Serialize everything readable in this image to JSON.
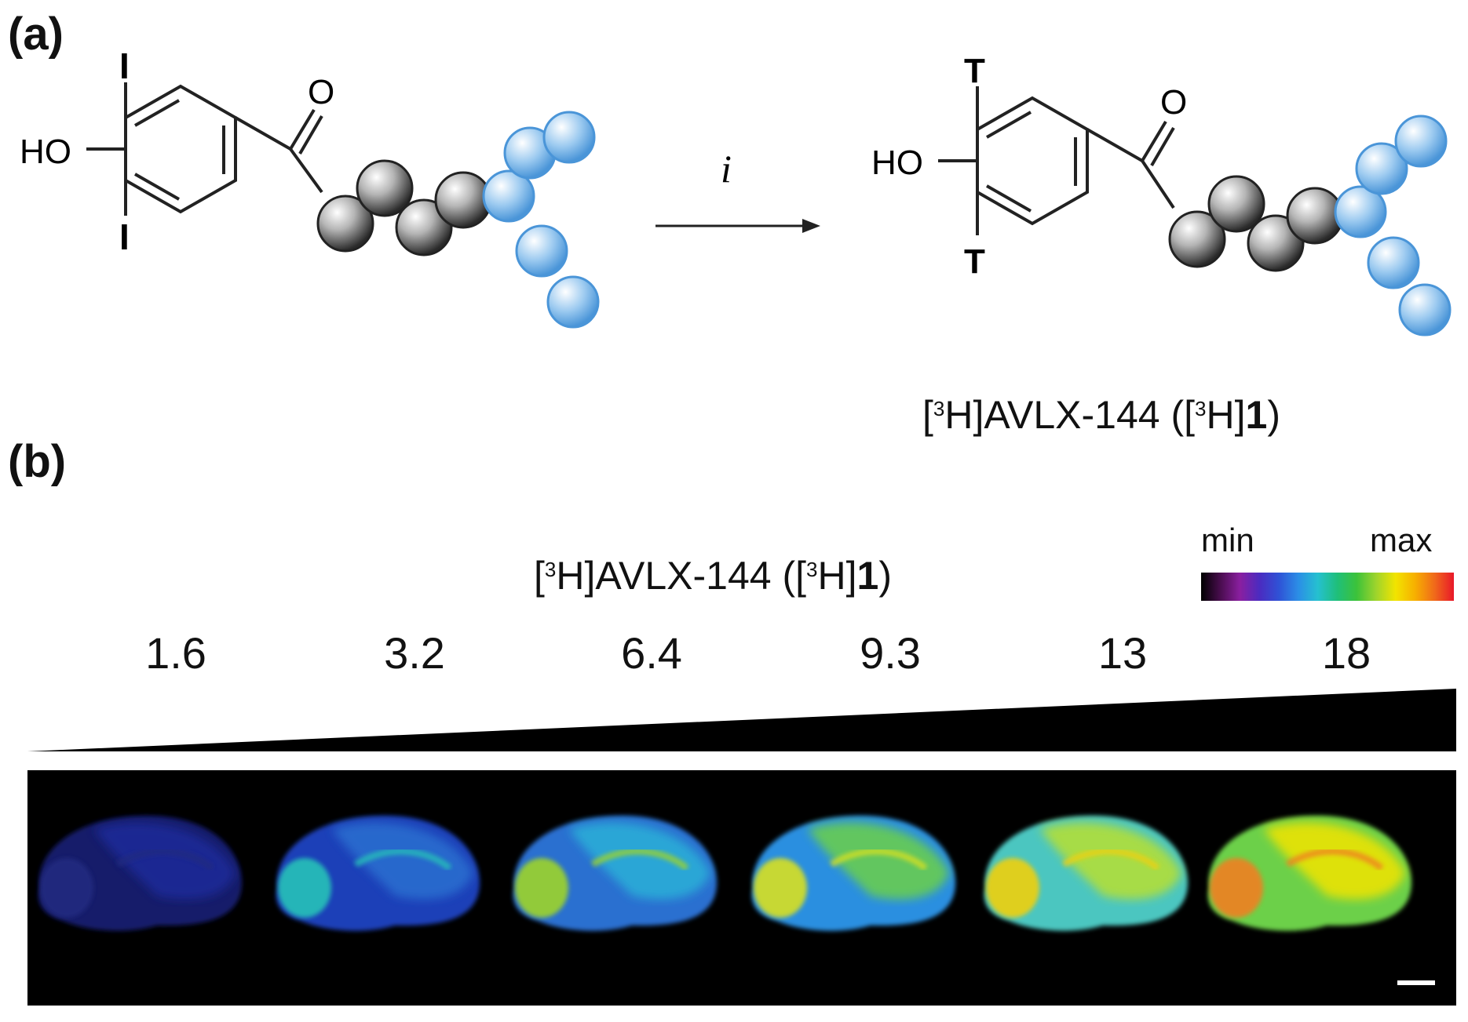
{
  "panel_a": {
    "label": "(a)",
    "reactant": {
      "substituent_top": "I",
      "substituent_bottom": "I",
      "hydroxyl": "HO",
      "carbonyl_o": "O"
    },
    "arrow_reagent": "i",
    "product": {
      "substituent_top": "T",
      "substituent_bottom": "T",
      "hydroxyl": "HO",
      "carbonyl_o": "O"
    },
    "product_name": {
      "open": "[",
      "iso1": "3",
      "mid": "H]AVLX-144 ([",
      "iso2": "3",
      "end": "H]",
      "bold": "1",
      "close": ")"
    }
  },
  "panel_b": {
    "label": "(b)",
    "compound_name": {
      "open": "[",
      "iso1": "3",
      "mid": "H]AVLX-144 ([",
      "iso2": "3",
      "end": "H]",
      "bold": "1",
      "close": ")"
    },
    "colorbar": {
      "min_label": "min",
      "max_label": "max",
      "colors": [
        "#000000",
        "#4a0d4f",
        "#8a1fa0",
        "#4b2bc0",
        "#2f52d6",
        "#2b8ee6",
        "#25c0d0",
        "#1fbf7a",
        "#3cc23a",
        "#9ed42c",
        "#f2e400",
        "#f7b000",
        "#f06a1a",
        "#e8182a"
      ]
    },
    "concentrations": [
      "1.6",
      "3.2",
      "6.4",
      "9.3",
      "13",
      "18"
    ],
    "colors": {
      "background": "#000000",
      "molecule_gray": "#6e6e6e",
      "molecule_blue": "#5aa8e6"
    }
  }
}
